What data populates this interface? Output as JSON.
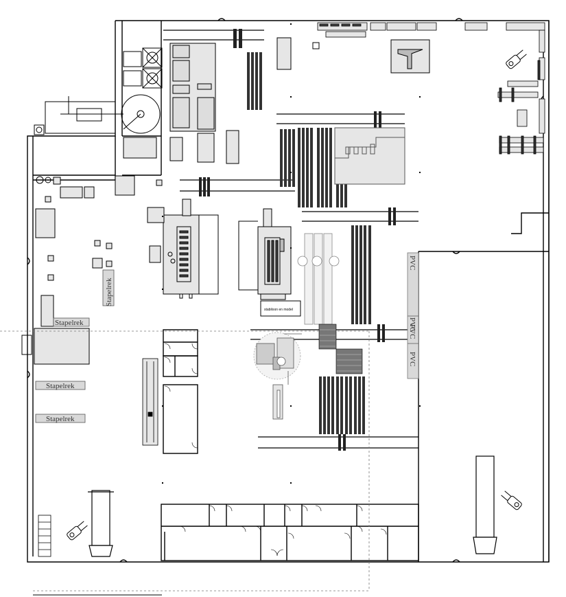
{
  "labels": {
    "stapelrek_vertical": "Stapelrek",
    "stapelrek_1": "Stapelrek",
    "stapelrek_2": "Stapelrek",
    "stapelrek_3": "Stapelrek",
    "pvc_1": "PVC",
    "pvc_2": "PVC",
    "pvc_3": "PVC",
    "pvc_4": "PVC",
    "stabiloon_note": "stabiloon en model"
  },
  "colors": {
    "wall": "#000000",
    "rack_dark": "#333333",
    "equipment_fill": "#e6e6e6",
    "label_fill": "#d9d9d9",
    "dashed": "#777777"
  }
}
